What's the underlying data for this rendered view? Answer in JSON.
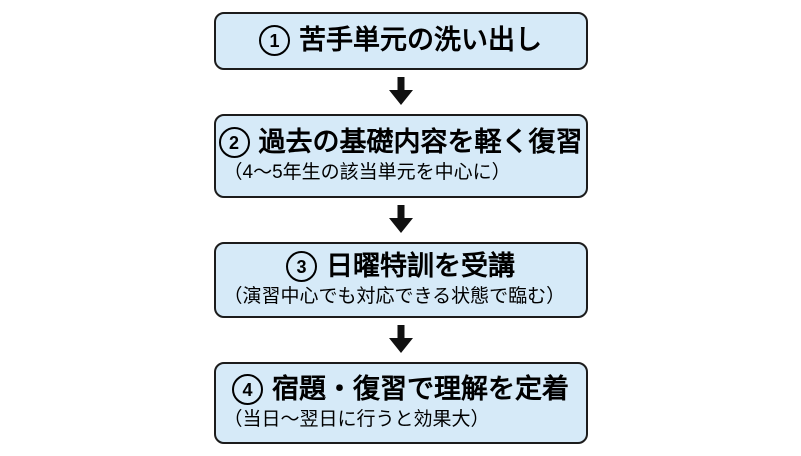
{
  "page": {
    "background_color": "#ffffff"
  },
  "flow": {
    "box_fill_color": "#d6eaf8",
    "box_border_color": "#1c1c1c",
    "arrow_color": "#111111",
    "steps": [
      {
        "number": "1",
        "title": "苦手単元の洗い出し"
      },
      {
        "number": "2",
        "title": "過去の基礎内容を軽く復習",
        "subtitle": "（4～5年生の該当単元を中心に）"
      },
      {
        "number": "3",
        "title": "日曜特訓を受講",
        "subtitle": "（演習中心でも対応できる状態で臨む）"
      },
      {
        "number": "4",
        "title": "宿題・復習で理解を定着",
        "subtitle": "（当日～翌日に行うと効果大）"
      }
    ]
  }
}
